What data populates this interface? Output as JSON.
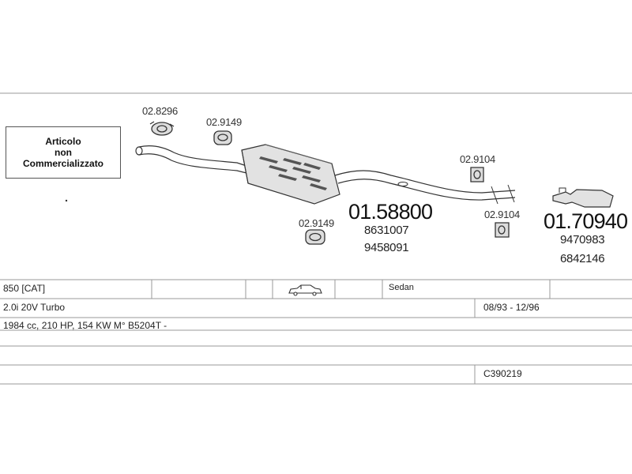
{
  "notice": {
    "line1": "Articolo",
    "line2": "non",
    "line3": "Commercializzato"
  },
  "parts": {
    "clamp_top": "02.8296",
    "mount_top": "02.9149",
    "mount_bottom": "02.9149",
    "hanger_top": "02.9104",
    "hanger_bottom": "02.9104",
    "middle_silencer": {
      "code": "01.58800",
      "oe1": "8631007",
      "oe2": "9458091"
    },
    "rear_silencer": {
      "code": "01.70940",
      "oe1": "9470983",
      "oe2": "6842146"
    }
  },
  "table": {
    "model": "850  [CAT]",
    "body_type": "Sedan",
    "engine": "2.0i 20V Turbo",
    "period": "08/93 - 12/96",
    "specs": "1984 cc, 210 HP, 154 KW M° B5204T -",
    "reference": "C390219"
  },
  "icons": {
    "car": "sedan-car-icon"
  }
}
